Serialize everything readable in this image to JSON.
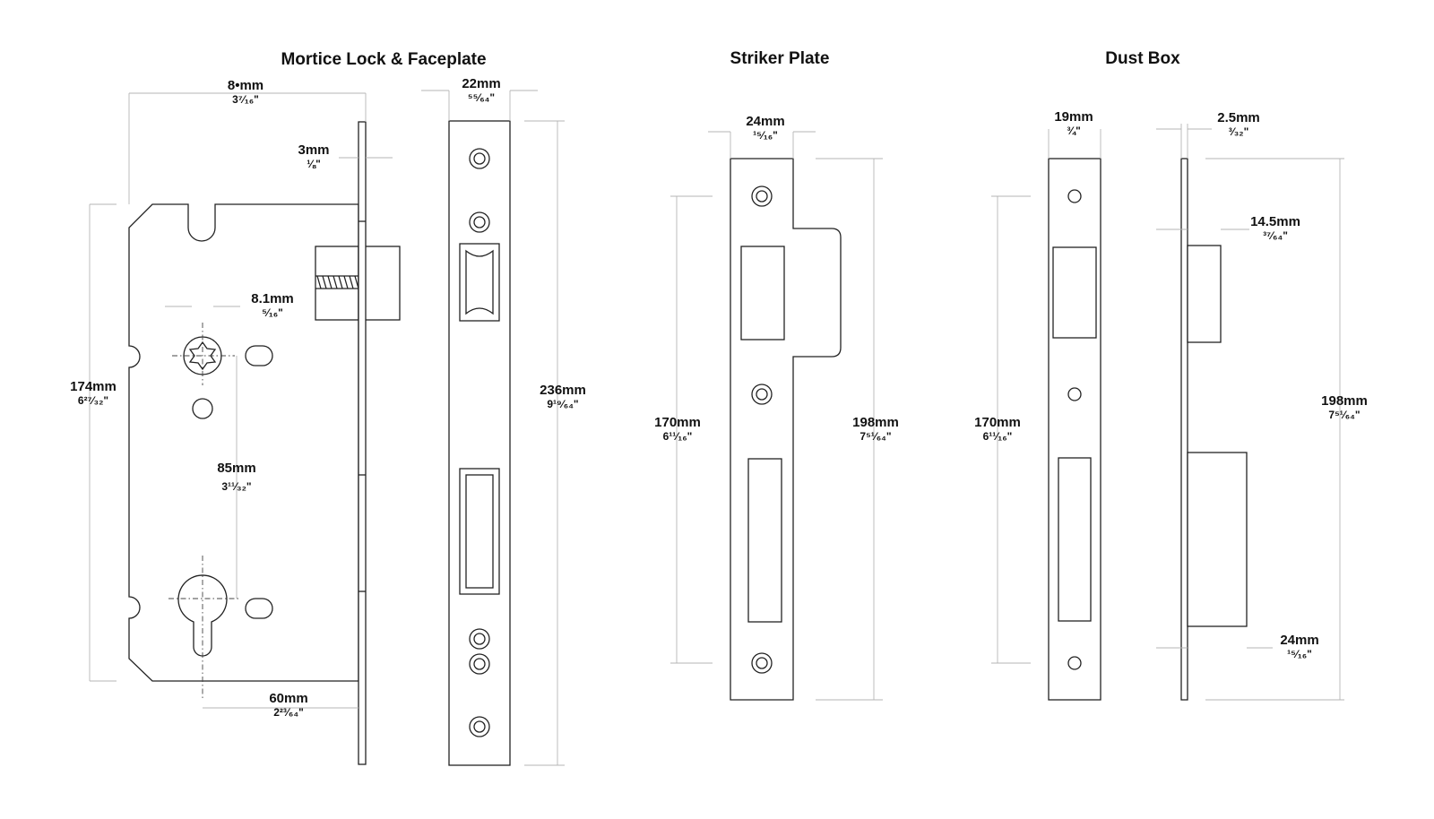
{
  "titles": {
    "lock": "Mortice Lock & Faceplate",
    "striker": "Striker Plate",
    "dustbox": "Dust Box"
  },
  "dims": {
    "lock_backset": {
      "mm": "8•mm",
      "inch": "3⁷⁄₁₆\""
    },
    "lock_plate_thickness": {
      "mm": "3mm",
      "inch": "⅛\""
    },
    "lock_follower": {
      "mm": "8.1mm",
      "inch": "⁵⁄₁₆\""
    },
    "lock_height": {
      "mm": "174mm",
      "inch": "6²⁷⁄₃₂\""
    },
    "lock_centres": {
      "mm": "85mm",
      "inch": "3¹¹⁄₃₂\""
    },
    "lock_cylinder_backset": {
      "mm": "60mm",
      "inch": "2²³⁄₆₄\""
    },
    "faceplate_width": {
      "mm": "22mm",
      "inch": "⁵⁵⁄₆₄\""
    },
    "faceplate_height": {
      "mm": "236mm",
      "inch": "9¹⁹⁄₆₄\""
    },
    "striker_width": {
      "mm": "24mm",
      "inch": "¹⁵⁄₁₆\""
    },
    "striker_centres": {
      "mm": "170mm",
      "inch": "6¹¹⁄₁₆\""
    },
    "striker_height": {
      "mm": "198mm",
      "inch": "7⁵¹⁄₆₄\""
    },
    "dust_plate_width": {
      "mm": "19mm",
      "inch": "¾\""
    },
    "dust_centres": {
      "mm": "170mm",
      "inch": "6¹¹⁄₁₆\""
    },
    "dust_plate_thickness": {
      "mm": "2.5mm",
      "inch": "³⁄₃₂\""
    },
    "dust_small_box": {
      "mm": "14.5mm",
      "inch": "³⁷⁄₆₄\""
    },
    "dust_height": {
      "mm": "198mm",
      "inch": "7⁵¹⁄₆₄\""
    },
    "dust_large_box": {
      "mm": "24mm",
      "inch": "¹⁵⁄₁₆\""
    }
  }
}
